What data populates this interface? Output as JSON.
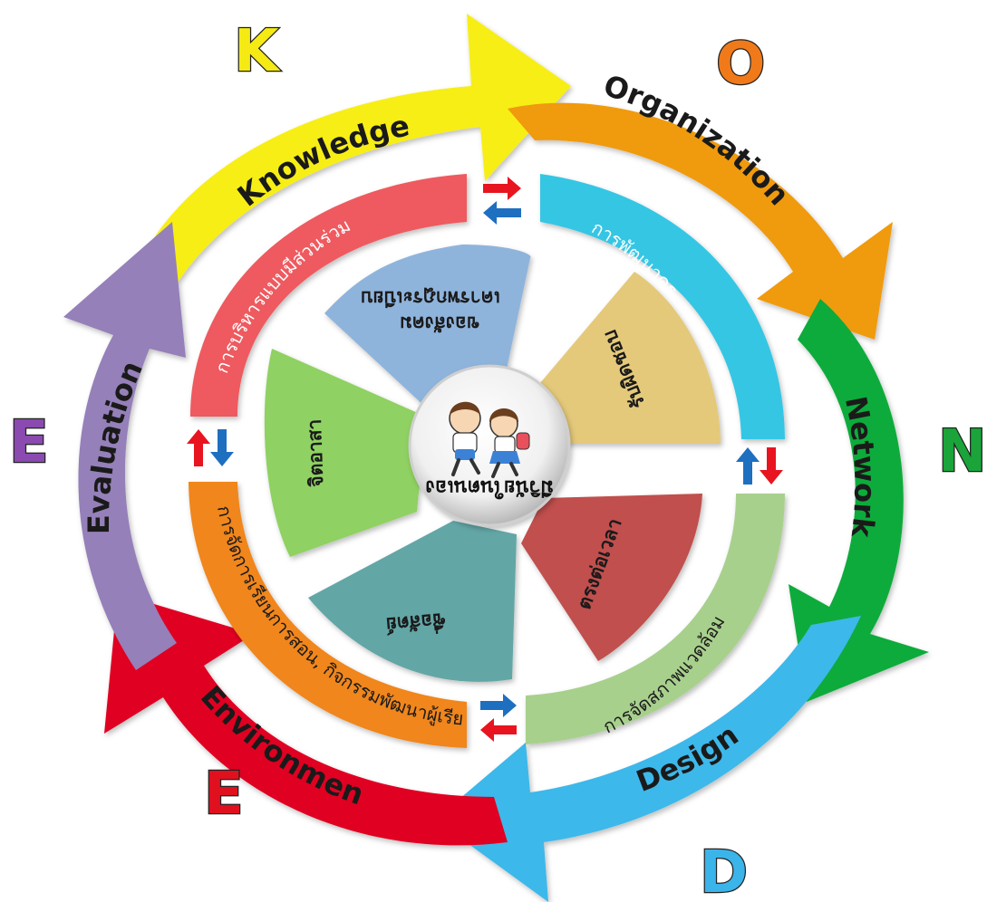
{
  "letters": {
    "k": {
      "text": "K",
      "color": "#f5ea13"
    },
    "o": {
      "text": "O",
      "color": "#f07a1a"
    },
    "n": {
      "text": "N",
      "color": "#1aa43a"
    },
    "d": {
      "text": "D",
      "color": "#3bb4ea"
    },
    "e_bottom": {
      "text": "E",
      "color": "#e0101f"
    },
    "e_left": {
      "text": "E",
      "color": "#8a4ab0"
    }
  },
  "outer_arrows": {
    "knowledge": {
      "label": "Knowledge",
      "color": "#f7ee14"
    },
    "organization": {
      "label": "Organization",
      "color": "#f09a0e"
    },
    "network": {
      "label": "Network",
      "color": "#0aab3a"
    },
    "design": {
      "label": "Design",
      "color": "#3cb8ea"
    },
    "environment": {
      "label": "Environment",
      "color": "#e00622"
    },
    "evaluation": {
      "label": "Evaluation",
      "color": "#9580b9"
    }
  },
  "inner_ring": {
    "top_left": {
      "label": "การบริหารแบบมีส่วนร่วม",
      "color": "#ee5a5f"
    },
    "top_right": {
      "label": "การพัฒนาครู",
      "color": "#36c6e4"
    },
    "bottom_right": {
      "label": "การจัดสภาพแวดล้อม",
      "color": "#a8d08d"
    },
    "bottom_left": {
      "label": "การจัดการเรียนการสอน, กิจกรรมพัฒนาผู้เรียน",
      "color": "#f0861b"
    }
  },
  "petals": [
    {
      "label_line1": "เคารพกฎระเบียบ",
      "label_line2": "ของสังคม",
      "color": "#8fb4dc"
    },
    {
      "label_line1": "รับผิดชอบ",
      "label_line2": "",
      "color": "#e4c97a"
    },
    {
      "label_line1": "ตรงต่อเวลา",
      "label_line2": "",
      "color": "#c0504d"
    },
    {
      "label_line1": "ซื่อสัตย์",
      "label_line2": "",
      "color": "#63a6a6"
    },
    {
      "label_line1": "จิตอาสา",
      "label_line2": "",
      "color": "#8fd162"
    }
  ],
  "center": {
    "label": "มีวินัยในตนเอง"
  },
  "exchange_arrows": {
    "red": "#e8141f",
    "blue": "#1e6fc0"
  }
}
